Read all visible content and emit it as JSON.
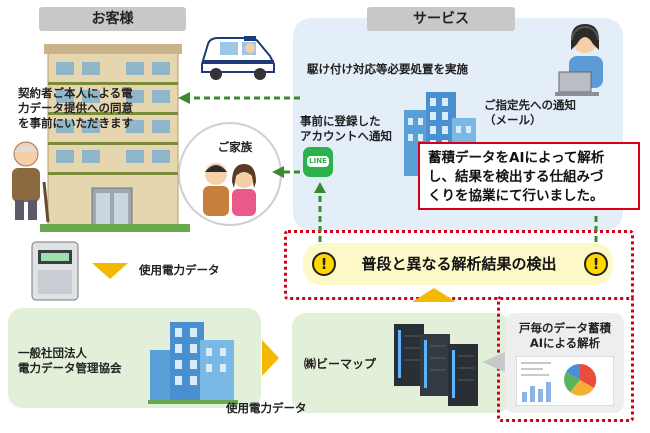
{
  "customer_header": "お客様",
  "service_header": "サービス",
  "consent_text": [
    "契約者ご本人による電",
    "力データ提供への同意",
    "を事前にいただきます"
  ],
  "rush_text": "駆け付け対応等必要処置を実施",
  "designated_notice": [
    "ご指定先への通知",
    "（メール）"
  ],
  "family_label": "ご家族",
  "account_notice": [
    "事前に登録した",
    "アカウントへ通知"
  ],
  "line_label": "LINE",
  "ai_note": [
    "蓄積データをAIによって解析",
    "し、結果を検出する仕組みづ",
    "くりを協業にて行いました。"
  ],
  "detect_label": "普段と異なる解析結果の検出",
  "warn_symbol": "!",
  "usage_label_top": "使用電力データ",
  "association_name": [
    "一般社団法人",
    "電力データ管理協会"
  ],
  "company_name": "㈱ビーマップ",
  "usage_label_bottom": "使用電力データ",
  "analysis_title": [
    "戸毎のデータ蓄積",
    "AIによる解析"
  ],
  "colors": {
    "red": "#d4001a",
    "green_arrow": "#3a8a2e",
    "yellow_arrow": "#f5b800",
    "line_green": "#2bb24c"
  }
}
